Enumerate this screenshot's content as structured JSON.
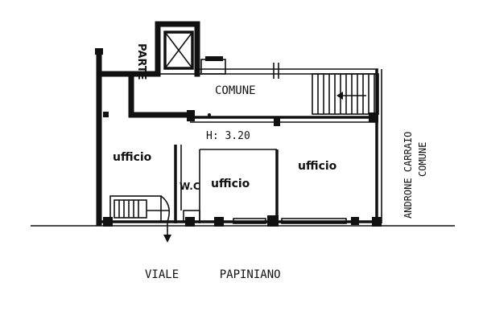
{
  "plan": {
    "labels": {
      "parte": "PARTE",
      "comune_top": "COMUNE",
      "height": "H: 3.20",
      "ufficio_left": "ufficio",
      "ufficio_right": "ufficio",
      "ufficio_center": "ufficio",
      "wc": "W.C",
      "androne_line1": "ANDRONE CARRAIO",
      "androne_line2": "COMUNE",
      "street": "VIALE      PAPINIANO"
    }
  }
}
